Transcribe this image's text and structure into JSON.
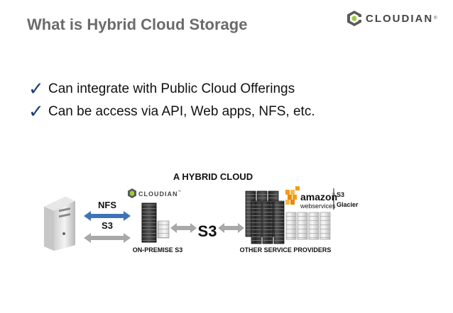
{
  "slide": {
    "title": "What is Hybrid Cloud Storage",
    "logo": {
      "name": "CLOUDIAN",
      "tm": "®",
      "icon": "cloudian-logo-icon"
    }
  },
  "bullets": [
    {
      "icon": "checkmark-icon",
      "text": "Can integrate with Public Cloud Offerings"
    },
    {
      "icon": "checkmark-icon",
      "text": "Can be access via API, Web apps, NFS, etc."
    }
  ],
  "diagram": {
    "title": "A HYBRID CLOUD",
    "client_icon": "desktop-tower-icon",
    "protocol_top": "NFS",
    "protocol_bottom": "S3",
    "onprem_logo": "CLOUDIAN",
    "onprem_logo_tm": "™",
    "onprem_label": "ON-PREMISE S3",
    "s3_label": "S3",
    "providers_label": "OTHER SERVICE PROVIDERS",
    "amazon_text": "amazon",
    "amazon_sub": "webservices",
    "amazon_tm": "™",
    "amazon_services": [
      "S3",
      "Glacier"
    ],
    "colors": {
      "nfs_arrow": "#3f73b8",
      "s3_arrow": "#a8a8a8",
      "title_gray": "#6b6b6b",
      "check_blue": "#1c3f72",
      "amazon_orange": "#f29b1b"
    }
  }
}
